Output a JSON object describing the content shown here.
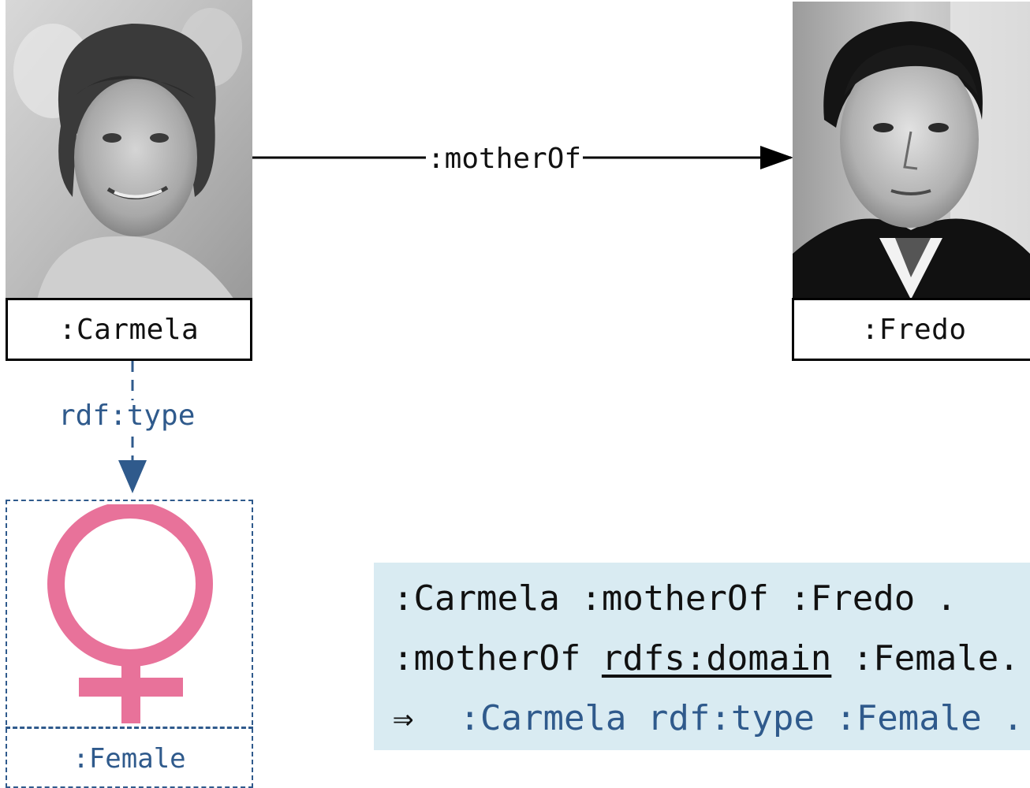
{
  "nodes": {
    "carmela": {
      "label": ":Carmela"
    },
    "fredo": {
      "label": ":Fredo"
    }
  },
  "edges": {
    "mother_of": {
      "label": ":motherOf"
    },
    "rdf_type": {
      "label": "rdf:type"
    }
  },
  "class_node": {
    "label": ":Female",
    "icon": "female-symbol-icon",
    "icon_color": "#e8729a"
  },
  "triples": {
    "line1": ":Carmela :motherOf :Fredo .",
    "line2_pre": ":motherOf ",
    "line2_underlined": "rdfs:domain",
    "line2_post": " :Female.",
    "implies_symbol": "⇒",
    "line3": ":Carmela rdf:type :Female ."
  },
  "colors": {
    "accent_blue": "#2f5a8c",
    "panel_background": "#d9ebf2"
  }
}
